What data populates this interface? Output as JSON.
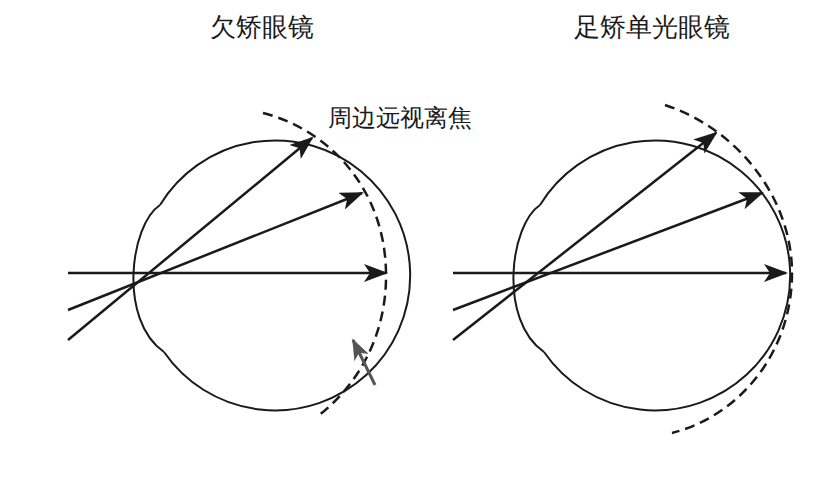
{
  "diagram": {
    "labels": [
      "欠矫眼镜",
      "足矫单光眼镜",
      "周边远视离焦"
    ]
  }
}
